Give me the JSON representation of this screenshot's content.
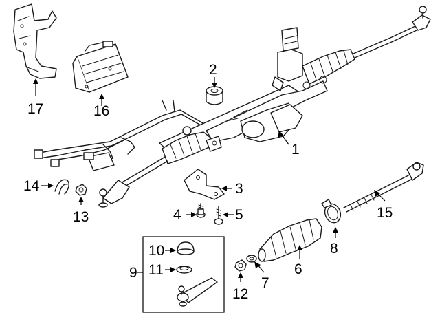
{
  "callouts": [
    {
      "number": "1",
      "part": "steering-gear"
    },
    {
      "number": "2",
      "part": "mount-bushing"
    },
    {
      "number": "3",
      "part": "bracket"
    },
    {
      "number": "4",
      "part": "bolt"
    },
    {
      "number": "5",
      "part": "bolt"
    },
    {
      "number": "6",
      "part": "boot"
    },
    {
      "number": "7",
      "part": "boot-clamp"
    },
    {
      "number": "8",
      "part": "boot-clamp"
    },
    {
      "number": "9",
      "part": "outer-tie-rod-kit"
    },
    {
      "number": "10",
      "part": "dust-boot"
    },
    {
      "number": "11",
      "part": "seal"
    },
    {
      "number": "12",
      "part": "nut"
    },
    {
      "number": "13",
      "part": "nut"
    },
    {
      "number": "14",
      "part": "clip"
    },
    {
      "number": "15",
      "part": "inner-tie-rod"
    },
    {
      "number": "16",
      "part": "control-module"
    },
    {
      "number": "17",
      "part": "module-bracket"
    }
  ],
  "colors": {
    "line": "#1a1a1a",
    "background": "#ffffff"
  }
}
